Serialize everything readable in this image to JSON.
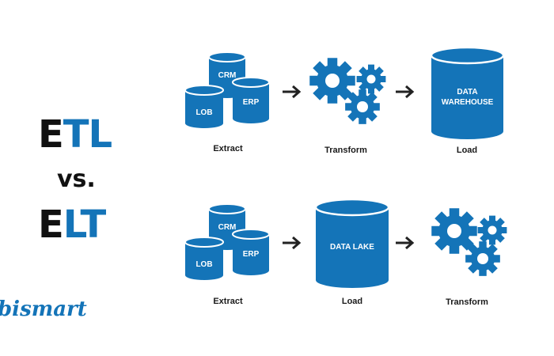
{
  "title": {
    "etl": {
      "first": "E",
      "rest": "TL"
    },
    "vs": "vs.",
    "elt": {
      "first": "E",
      "rest": "LT"
    }
  },
  "logo": {
    "prefix": "bi",
    "suffix": "smart"
  },
  "colors": {
    "accent": "#1474b8",
    "dark": "#111111",
    "label": "#1a1a1a"
  },
  "etl_row": {
    "extract": {
      "sources": [
        "CRM",
        "LOB",
        "ERP"
      ],
      "label": "Extract"
    },
    "transform": {
      "label": "Transform",
      "icon": "gears-icon"
    },
    "load": {
      "store": [
        "DATA",
        "WAREHOUSE"
      ],
      "label": "Load"
    }
  },
  "elt_row": {
    "extract": {
      "sources": [
        "CRM",
        "LOB",
        "ERP"
      ],
      "label": "Extract"
    },
    "load": {
      "store": [
        "DATA LAKE"
      ],
      "label": "Load"
    },
    "transform": {
      "label": "Transform",
      "icon": "gears-icon"
    }
  }
}
